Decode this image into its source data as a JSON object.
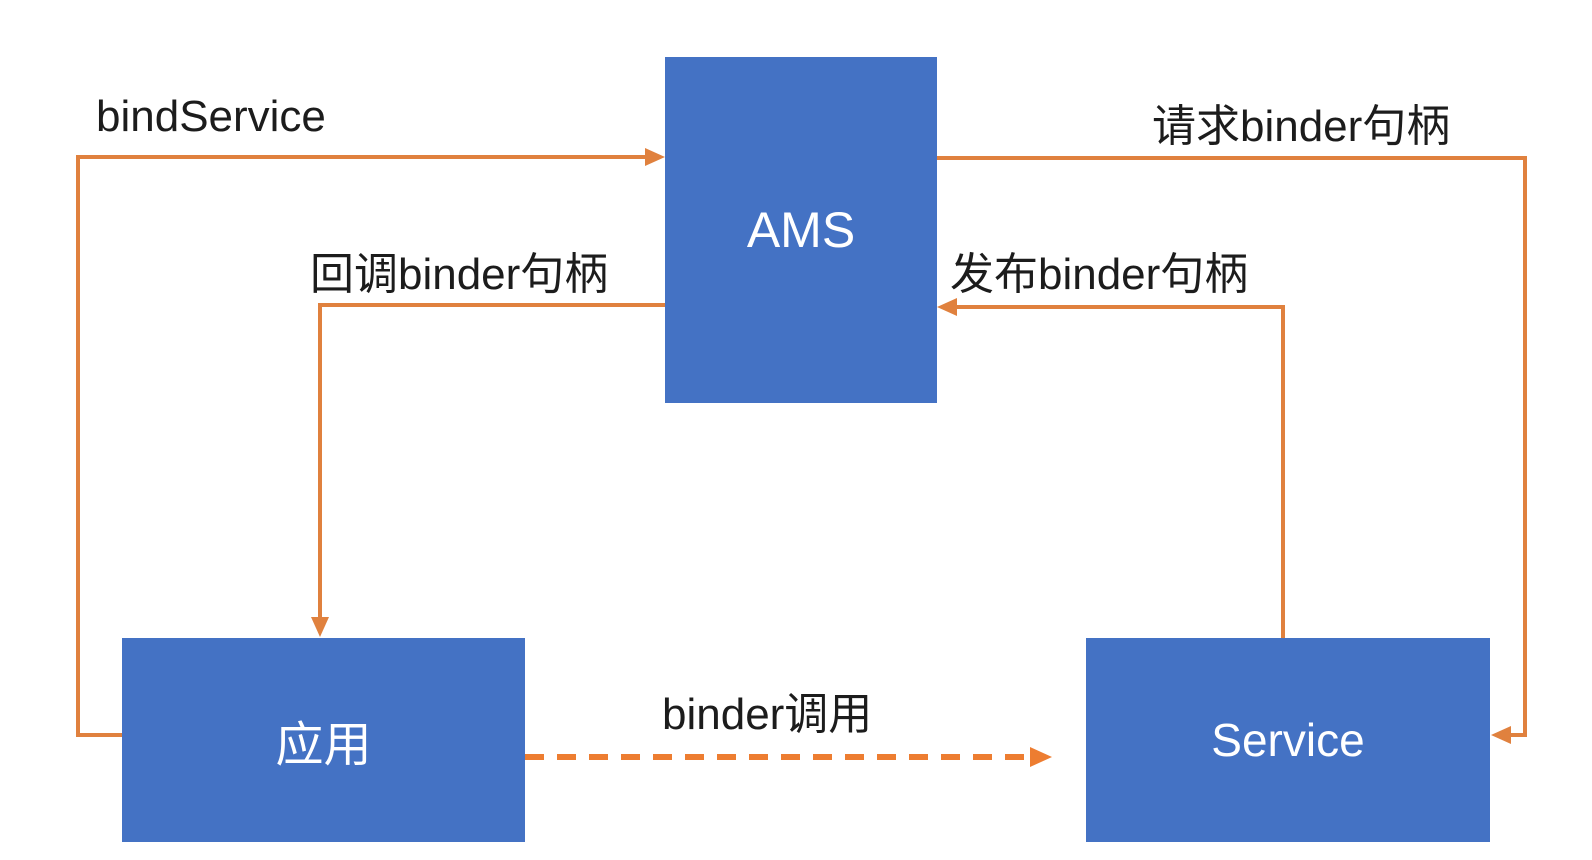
{
  "diagram": {
    "description": "Android bindService binder handle flow diagram",
    "nodes": [
      {
        "id": "ams",
        "label": "AMS"
      },
      {
        "id": "app",
        "label": "应用"
      },
      {
        "id": "service",
        "label": "Service"
      }
    ],
    "edges": [
      {
        "id": "bind-service",
        "label": "bindService",
        "from": "app",
        "to": "ams",
        "style": "solid"
      },
      {
        "id": "request-binder",
        "label": "请求binder句柄",
        "from": "ams",
        "to": "service",
        "style": "solid"
      },
      {
        "id": "callback-binder",
        "label": "回调binder句柄",
        "from": "ams",
        "to": "app",
        "style": "solid"
      },
      {
        "id": "publish-binder",
        "label": "发布binder句柄",
        "from": "service",
        "to": "ams",
        "style": "solid"
      },
      {
        "id": "binder-call",
        "label": "binder调用",
        "from": "app",
        "to": "service",
        "style": "dashed"
      }
    ],
    "colors": {
      "node_fill": "#4472c4",
      "node_text": "#ffffff",
      "arrow": "#e0813e",
      "dashed_arrow": "#ed7d31",
      "label_text": "#1c1c1c",
      "background": "#ffffff"
    }
  }
}
